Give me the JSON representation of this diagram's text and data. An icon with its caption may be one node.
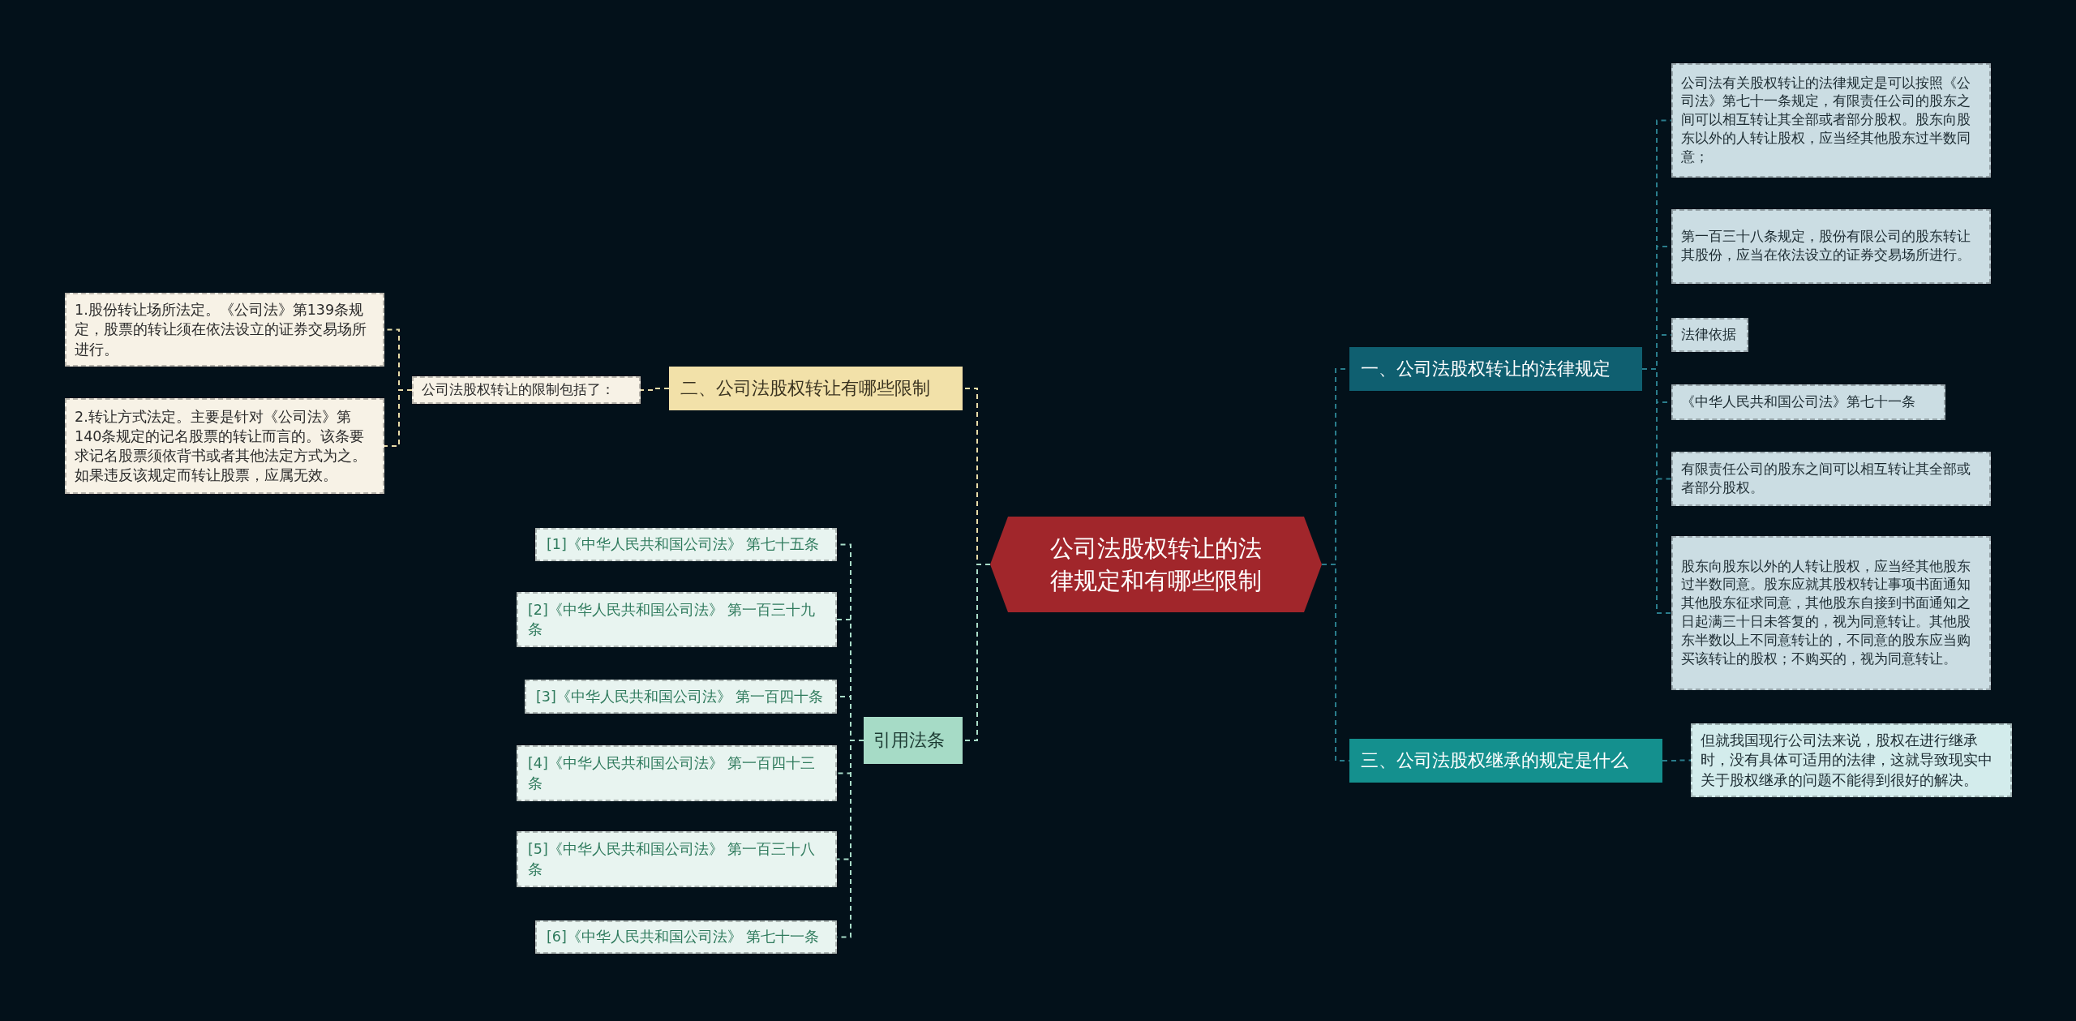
{
  "diagram": {
    "nodes": [
      {
        "text": [
          "公司法股权转让的法律规定和有哪些限制"
        ]
      },
      {
        "text": [
          "一、公司法股权转让的法律规定"
        ]
      },
      {
        "text": [
          "公司法有关股权转让的法律规定是可以按照《公司法》第七十一条规定，有限责任公司的股东之间可以相互转让其全部或者部分股权。股东向股东以外的人转让股权，应当经其他股东过半数同意；"
        ]
      },
      {
        "text": [
          "第一百三十八条规定，股份有限公司的股东转让其股份，应当在依法设立的证券交易场所进行。"
        ]
      },
      {
        "text": [
          "法律依据"
        ]
      },
      {
        "text": [
          "《中华人民共和国公司法》第七十一条"
        ]
      },
      {
        "text": [
          "有限责任公司的股东之间可以相互转让其全部或者部分股权。"
        ]
      },
      {
        "text": [
          "股东向股东以外的人转让股权，应当经其他股东过半数同意。股东应就其股权转让事项书面通知其他股东征求同意，其他股东自接到书面通知之日起满三十日未答复的，视为同意转让。其他股东半数以上不同意转让的，不同意的股东应当购买该转让的股权；不购买的，视为同意转让。"
        ]
      },
      {
        "text": [
          "三、公司法股权继承的规定是什么"
        ]
      },
      {
        "text": [
          "但就我国现行公司法来说，股权在进行继承时，没有具体可适用的法律，这就导致现实中关于股权继承的问题不能得到很好的解决。"
        ]
      },
      {
        "text": [
          "二、公司法股权转让有哪些限制"
        ]
      },
      {
        "text": [
          "公司法股权转让的限制包括了："
        ]
      },
      {
        "text": [
          "1.股份转让场所法定。《公司法》第139条规定，股票的转让须在依法设立的证券交易场所进行。"
        ]
      },
      {
        "text": [
          "2.转让方式法定。主要是针对《公司法》第140条规定的记名股票的转让而言的。该条要求记名股票须依背书或者其他法定方式为之。如果违反该规定而转让股票，应属无效。"
        ]
      },
      {
        "text": [
          "引用法条"
        ]
      },
      {
        "text": [
          "[1]《中华人民共和国公司法》 第七十五条"
        ]
      },
      {
        "text": [
          "[2]《中华人民共和国公司法》 第一百三十九条"
        ]
      },
      {
        "text": [
          "[3]《中华人民共和国公司法》 第一百四十条"
        ]
      },
      {
        "text": [
          "[4]《中华人民共和国公司法》 第一百四十三条"
        ]
      },
      {
        "text": [
          "[5]《中华人民共和国公司法》 第一百三十八条"
        ]
      },
      {
        "text": [
          "[6]《中华人民共和国公司法》 第七十一条"
        ]
      }
    ],
    "edges": [
      {
        "from": 0,
        "to": 1,
        "arrow": "none"
      },
      {
        "from": 1,
        "to": 2,
        "arrow": "none"
      },
      {
        "from": 1,
        "to": 3,
        "arrow": "none"
      },
      {
        "from": 1,
        "to": 4,
        "arrow": "none"
      },
      {
        "from": 1,
        "to": 5,
        "arrow": "none"
      },
      {
        "from": 1,
        "to": 6,
        "arrow": "none"
      },
      {
        "from": 1,
        "to": 7,
        "arrow": "none"
      },
      {
        "from": 0,
        "to": 8,
        "arrow": "none"
      },
      {
        "from": 8,
        "to": 9,
        "arrow": "none"
      },
      {
        "from": 0,
        "to": 10,
        "arrow": "none",
        "color": "#e6dca8"
      },
      {
        "from": 10,
        "to": 11,
        "arrow": "none",
        "color": "#e6dca8"
      },
      {
        "from": 11,
        "to": 12,
        "arrow": "none",
        "color": "#e6dca8"
      },
      {
        "from": 11,
        "to": 13,
        "arrow": "none",
        "color": "#e6dca8"
      },
      {
        "from": 0,
        "to": 14,
        "arrow": "none",
        "color": "#a8dcc8"
      },
      {
        "from": 14,
        "to": 15,
        "arrow": "none",
        "color": "#a8dcc8"
      },
      {
        "from": 14,
        "to": 16,
        "arrow": "none",
        "color": "#a8dcc8"
      },
      {
        "from": 14,
        "to": 17,
        "arrow": "none",
        "color": "#a8dcc8"
      },
      {
        "from": 14,
        "to": 18,
        "arrow": "none",
        "color": "#a8dcc8"
      },
      {
        "from": 14,
        "to": 19,
        "arrow": "none",
        "color": "#a8dcc8"
      },
      {
        "from": 14,
        "to": 20,
        "arrow": "none",
        "color": "#a8dcc8"
      }
    ]
  }
}
